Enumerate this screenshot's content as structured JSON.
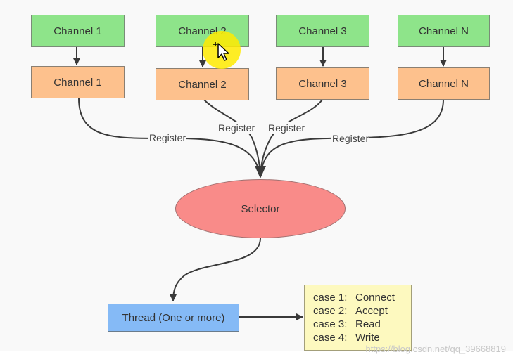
{
  "channels_top": [
    "Channel 1",
    "Channel 2",
    "Channel 3",
    "Channel N"
  ],
  "channels_bottom": [
    "Channel 1",
    "Channel 2",
    "Channel 3",
    "Channel N"
  ],
  "register_label": "Register",
  "selector_label": "Selector",
  "thread_label": "Thread (One or more)",
  "cases": [
    {
      "key": "case 1:",
      "value": "Connect"
    },
    {
      "key": "case 2:",
      "value": "Accept"
    },
    {
      "key": "case 3:",
      "value": "Read"
    },
    {
      "key": "case 4:",
      "value": "Write"
    }
  ],
  "watermark": "https://blog.csdn.net/qq_39668819",
  "colors": {
    "channel_top": "#8ee48a",
    "channel_bottom": "#fdc18d",
    "selector": "#f98b89",
    "thread": "#85baf6",
    "cases": "#fdf9bf",
    "arrow": "#3a3a3a"
  },
  "icons": [
    "highlight-circle",
    "move-cursor-icon"
  ]
}
